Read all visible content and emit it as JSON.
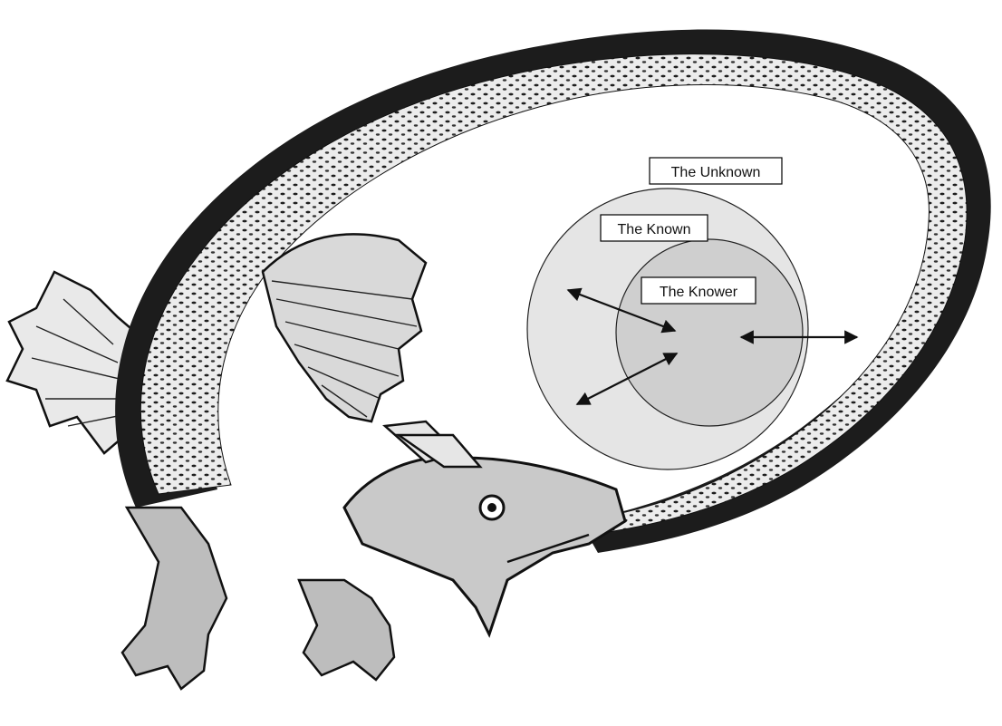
{
  "diagram": {
    "labels": {
      "unknown": "The Unknown",
      "known": "The Known",
      "knower": "The Knower"
    },
    "colors": {
      "background": "#ffffff",
      "known_circle": "#e5e5e5",
      "knower_circle": "#cfcfcf",
      "outline": "#222222",
      "arrow": "#111111"
    },
    "illustration": "ouroboros-dragon-icon"
  }
}
